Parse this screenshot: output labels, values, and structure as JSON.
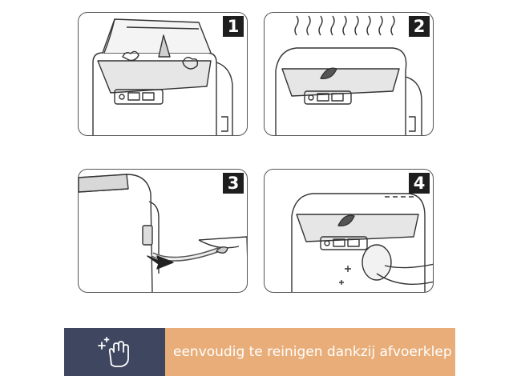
{
  "steps": [
    {
      "number": "1"
    },
    {
      "number": "2"
    },
    {
      "number": "3"
    },
    {
      "number": "4"
    }
  ],
  "banner": {
    "text": "eenvoudig te reinigen dankzij afvoerklep",
    "icon": "clean-hand-sparkle-icon",
    "icon_bg": "#3f4660",
    "text_bg": "#e8ad78"
  }
}
